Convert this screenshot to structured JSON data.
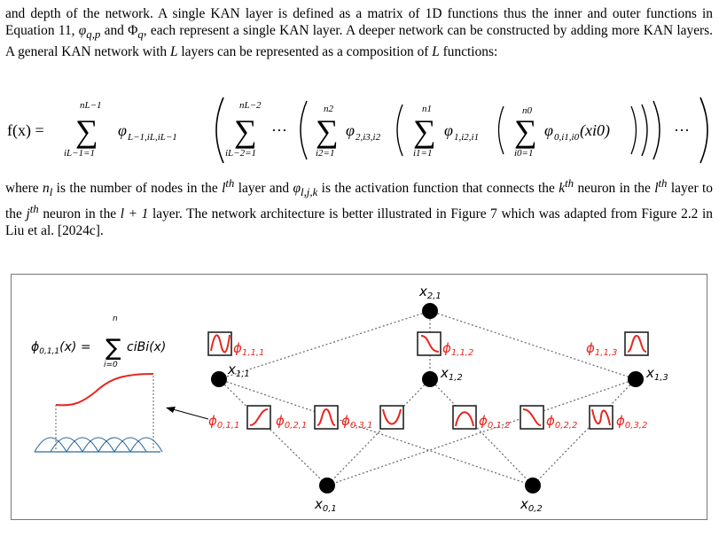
{
  "paragraph1": {
    "parts": [
      "and depth of the network. A single KAN layer is defined as a matrix of 1D functions thus the inner and outer functions in Equation 11, ",
      " and ",
      ", each represent a single KAN layer. A deeper network can be constructed by adding more KAN layers. A general KAN network with ",
      " layers can be represented as a composition of ",
      " functions:"
    ],
    "math": [
      "φ",
      "q,p",
      "Φ",
      "q",
      "L",
      "L"
    ]
  },
  "equation": {
    "lhs": "f(x) =",
    "t1_upper": "nL−1",
    "t1_lower": "iL−1=1",
    "t1_phi": "φ",
    "t1_sub": "L−1,iL,iL−1",
    "t2_upper": "nL−2",
    "t2_lower": "iL−2=1",
    "cdots": "···",
    "t3_upper": "n2",
    "t3_lower": "i2=1",
    "t3_sub": "2,i3,i2",
    "t4_upper": "n1",
    "t4_lower": "i1=1",
    "t4_sub": "1,i2,i1",
    "t5_upper": "n0",
    "t5_lower": "i0=1",
    "t5_sub": "0,i1,i0",
    "t5_arg": "(xi0)"
  },
  "paragraph2": {
    "parts": [
      "where ",
      " is the number of nodes in the ",
      " layer and ",
      " is the activation function that connects the ",
      " neuron in the ",
      " layer to the ",
      " neuron in the ",
      " layer. The network architecture is better illustrated in Figure 7 which was adapted from Figure 2.2 in Liu et al. [2024c]."
    ],
    "math": [
      "n",
      "l",
      "l",
      "th",
      "φ",
      "l,j,k",
      "k",
      "th",
      "l",
      "th",
      "j",
      "th",
      "l + 1"
    ]
  },
  "figure": {
    "formula": {
      "lhs": "ϕ",
      "lhs_sub": "0,1,1",
      "lhs_arg": "(x) =",
      "upper": "n",
      "lower": "i=0",
      "rhs": "ciBi(x)"
    },
    "nodes": [
      {
        "label": "x",
        "sub": "2,1"
      },
      {
        "label": "x",
        "sub": "1,1"
      },
      {
        "label": "x",
        "sub": "1,2"
      },
      {
        "label": "x",
        "sub": "1,3"
      },
      {
        "label": "x",
        "sub": "0,1"
      },
      {
        "label": "x",
        "sub": "0,2"
      }
    ],
    "activations_top": [
      {
        "label": "ϕ",
        "sub": "1,1,1"
      },
      {
        "label": "ϕ",
        "sub": "1,1,2"
      },
      {
        "label": "ϕ",
        "sub": "1,1,3"
      }
    ],
    "activations_bottom": [
      {
        "label": "ϕ",
        "sub": "0,1,1"
      },
      {
        "label": "ϕ",
        "sub": "0,2,1"
      },
      {
        "label": "ϕ",
        "sub": "0,3,1"
      },
      {
        "label": "ϕ",
        "sub": "0,1,2"
      },
      {
        "label": "ϕ",
        "sub": "0,2,2"
      },
      {
        "label": "ϕ",
        "sub": "0,3,2"
      }
    ],
    "colors": {
      "activation": "#e8261e",
      "node": "#000000",
      "spline": "#2c6aa0",
      "edge": "#666666"
    }
  }
}
